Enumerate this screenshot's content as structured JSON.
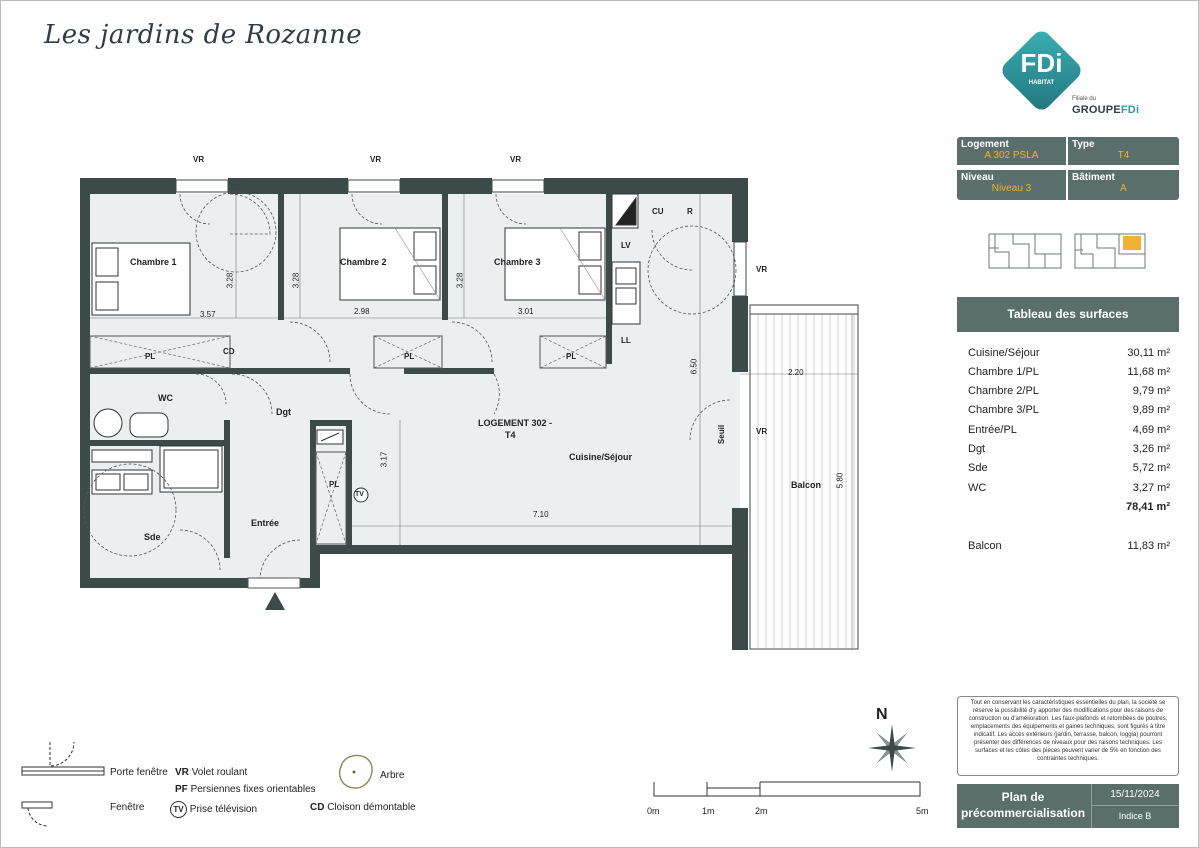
{
  "project_title": "Les jardins de Rozanne",
  "logo": {
    "text": "FDi",
    "subtext": "HABITAT",
    "filiale": "Filiale du",
    "group_prefix": "GROUPE",
    "group_suffix": "FDi"
  },
  "info": {
    "logement_label": "Logement",
    "logement_value": "A 302 PSLA",
    "type_label": "Type",
    "type_value": "T4",
    "niveau_label": "Niveau",
    "niveau_value": "Niveau 3",
    "batiment_label": "Bâtiment",
    "batiment_value": "A"
  },
  "surfaces": {
    "title": "Tableau des surfaces",
    "rows": [
      {
        "label": "Cuisine/Séjour",
        "value": "30,11 m²"
      },
      {
        "label": "Chambre 1/PL",
        "value": "11,68 m²"
      },
      {
        "label": "Chambre 2/PL",
        "value": "9,79 m²"
      },
      {
        "label": "Chambre 3/PL",
        "value": "9,89 m²"
      },
      {
        "label": "Entrée/PL",
        "value": "4,69 m²"
      },
      {
        "label": "Dgt",
        "value": "3,26 m²"
      },
      {
        "label": "Sde",
        "value": "5,72 m²"
      },
      {
        "label": "WC",
        "value": "3,27 m²"
      }
    ],
    "total": "78,41 m²",
    "balcon_label": "Balcon",
    "balcon_value": "11,83 m²"
  },
  "plan": {
    "vr": "VR",
    "chambre1": "Chambre 1",
    "chambre2": "Chambre 2",
    "chambre3": "Chambre 3",
    "pl": "PL",
    "cd": "CD",
    "cu": "CU",
    "r": "R",
    "lv": "LV",
    "ll": "LL",
    "wc": "WC",
    "dgt": "Dgt",
    "sde": "Sde",
    "entree": "Entrée",
    "logement": "LOGEMENT 302 -",
    "logement_type": "T4",
    "cuisine": "Cuisine/Séjour",
    "seuil": "Seuil",
    "balcon": "Balcon",
    "tv": "TV",
    "dims": {
      "d357": "3.57",
      "d328a": "3.28",
      "d328b": "3.28",
      "d328c": "3.28",
      "d298": "2.98",
      "d301": "3.01",
      "d650": "6.50",
      "d220": "2.20",
      "d317": "3.17",
      "d580": "5.80",
      "d710": "7.10"
    }
  },
  "legend": {
    "porte_fenetre": "Porte fenêtre",
    "fenetre": "Fenêtre",
    "vr_code": "VR",
    "vr_text": "Volet roulant",
    "pf_code": "PF",
    "pf_text": "Persiennes fixes orientables",
    "tv_code": "TV",
    "tv_text": "Prise télévision",
    "arbre": "Arbre",
    "cd_code": "CD",
    "cd_text": "Cloison démontable"
  },
  "scale": {
    "t0": "0m",
    "t1": "1m",
    "t2": "2m",
    "t5": "5m"
  },
  "north": "N",
  "notes": "Tout en conservant les caractéristiques essentielles du plan, la société se réserve la possibilité d'y apporter des modifications pour des raisons de construction ou d'amélioration. Les faux-plafonds et retombées de poutres, emplacements des équipements et gaines techniques, sont figurés à titre indicatif. Les accès extérieurs (jardin, terrasse, balcon, loggia) pourront présenter des différences de niveaux pour des raisons techniques. Les surfaces et les côtes des pièces peuvent varier de 5% en fonction des contraintes techniques.",
  "footer": {
    "title_line1": "Plan de",
    "title_line2": "précommercialisation",
    "date": "15/11/2024",
    "indice": "Indice B"
  },
  "colors": {
    "accent": "#5a6e6c",
    "highlight": "#f0b232",
    "logo": "#2f9aa0",
    "wall": "#3d4a4a"
  }
}
